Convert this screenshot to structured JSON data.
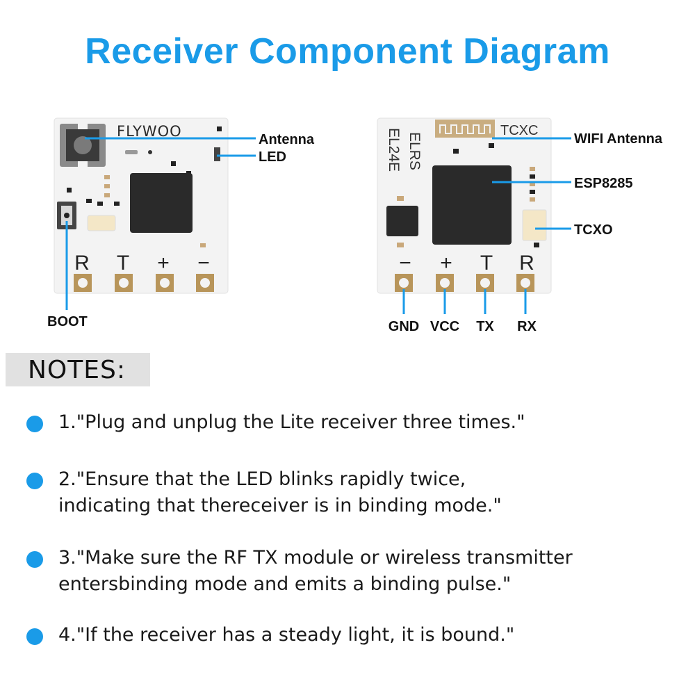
{
  "title": "Receiver Component Diagram",
  "left_board": {
    "brand": "FLYWOO",
    "pins": [
      "R",
      "T",
      "+",
      "−"
    ],
    "callouts": {
      "antenna": "Antenna",
      "led": "LED",
      "boot": "BOOT"
    }
  },
  "right_board": {
    "silk_elrs": "ELRS",
    "silk_model": "EL24E",
    "silk_tcxc": "TCXC",
    "pins": [
      "−",
      "+",
      "T",
      "R"
    ],
    "callouts": {
      "wifi_antenna": "WIFI Antenna",
      "esp": "ESP8285",
      "tcxo": "TCXO"
    },
    "pin_labels": [
      "GND",
      "VCC",
      "TX",
      "RX"
    ]
  },
  "notes": {
    "heading": "NOTES:",
    "items": [
      "1.\"Plug and unplug the Lite receiver three times.\"",
      "2.\"Ensure that the LED blinks rapidly twice,\nindicating that thereceiver is in binding mode.\"",
      "3.\"Make sure the RF TX module or wireless transmitter\nentersbinding mode and emits a binding pulse.\"",
      "4.\"If the receiver has a steady light, it is bound.\""
    ]
  },
  "colors": {
    "accent": "#1a9be8",
    "board": "#f3f3f3",
    "chip": "#2a2a2a",
    "pad": "#b8955a"
  }
}
